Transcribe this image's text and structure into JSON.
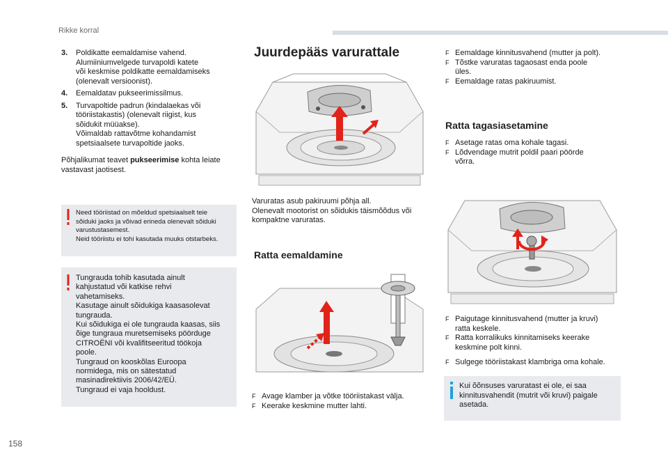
{
  "header": {
    "section_title": "Rikke korral",
    "page_number": "158"
  },
  "left": {
    "items": [
      {
        "num": "3.",
        "text": "Poldikatte eemaldamise vahend.\nAlumiiniumvelgede turvapoldi katete\nvõi keskmise poldikatte eemaldamiseks\n(olenevalt versioonist)."
      },
      {
        "num": "4.",
        "text": "Eemaldatav pukseerimissilmus."
      },
      {
        "num": "5.",
        "text": "Turvapoltide padrun (kindalaekas või\ntööriistakastis) (olenevalt riigist, kus\nsõidukit müüakse).\nVõimaldab rattavõtme kohandamist\nspetsiaalsete turvapoltide jaoks."
      }
    ],
    "para_before": "Põhjalikumat teavet ",
    "para_bold": "pukseerimise",
    "para_after": " kohta leiate\nvastavast jaotisest.",
    "warning1": "Need tööriistad on mõeldud spetsiaalselt teie\nsõiduki jaoks ja võivad erineda olenevalt sõiduki\nvarustustasemest.\nNeid tööriistu ei tohi kasutada muuks otstarbeks.",
    "warning2": "Tungrauda tohib kasutada ainult\nkahjustatud või katkise rehvi\nvahetamiseks.\nKasutage ainult sõidukiga kaasasolevat\ntungrauda.\nKui sõidukiga ei ole tungrauda kaasas, siis\nõige tungraua muretsemiseks pöörduge\nCITROËNI või kvalifitseeritud töökoja\npoole.\nTungraud on kooskõlas Euroopa\nnormidega, mis on sätestatud\nmasinadirektiivis 2006/42/EÜ.\nTungraud ei vaja hooldust."
  },
  "middle": {
    "title": "Juurdepääs varurattale",
    "intro": "Varuratas asub pakiruumi põhja all.\nOlenevalt mootorist on sõidukis täismõõdus või\nkompaktne varuratas.",
    "subtitle": "Ratta eemaldamine",
    "bullets": [
      "Avage klamber ja võtke tööriistakast välja.",
      "Keerake keskmine mutter lahti."
    ]
  },
  "right": {
    "bullets_top": [
      "Eemaldage kinnitusvahend (mutter ja polt).",
      "Tõstke varuratas tagaosast enda poole\nüles.",
      "Eemaldage ratas pakiruumist."
    ],
    "subtitle": "Ratta tagasiasetamine",
    "bullets_mid": [
      "Asetage ratas oma kohale tagasi.",
      "Lõdvendage mutrit poldil paari pöörde\nvõrra."
    ],
    "bullets_bottom": [
      "Paigutage kinnitusvahend (mutter ja kruvi)\nratta keskele.",
      "Ratta korralikuks kinnitamiseks keerake\nkeskmine polt kinni."
    ],
    "bullet_last": "Sulgege tööriistakast klambriga oma kohale.",
    "info": "Kui õõnsuses varuratast ei ole, ei saa\nkinnitusvahendit (mutrit või kruvi) paigale\nasetada."
  },
  "bullet_marker": "F",
  "colors": {
    "warning": "#e2231a",
    "info": "#1fa1dc",
    "arrow": "#e2231a",
    "box": "#e8eaed"
  }
}
